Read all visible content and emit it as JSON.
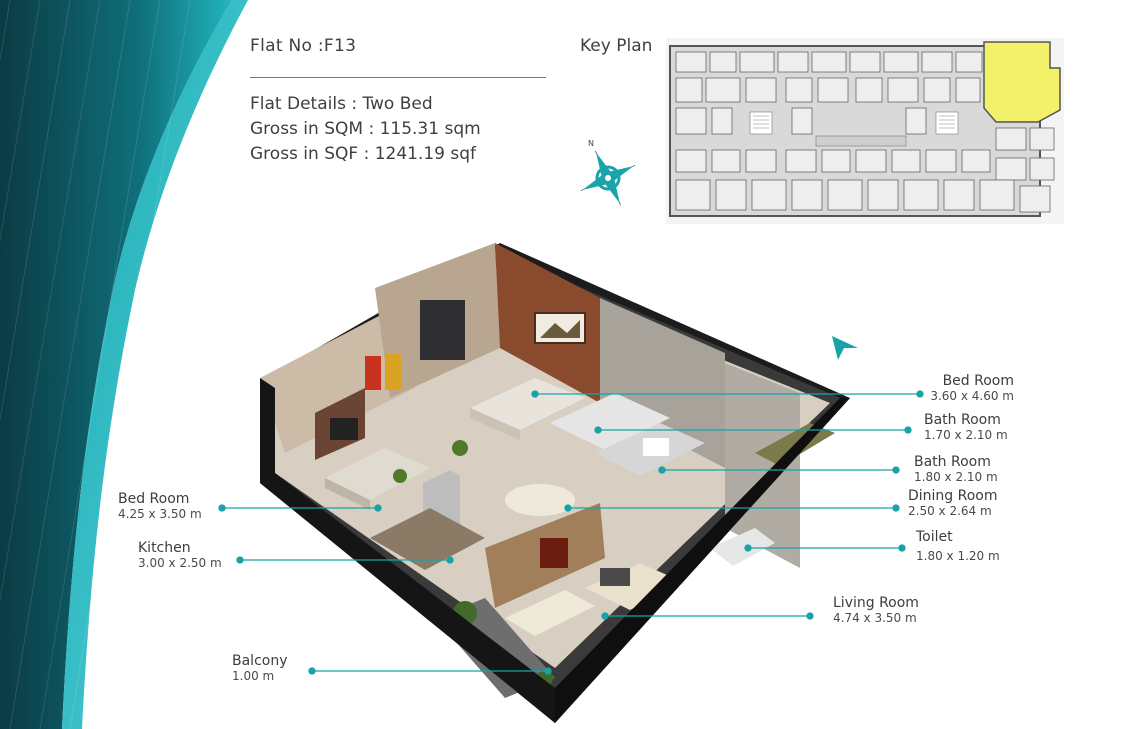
{
  "flat": {
    "number": "Flat No :F13",
    "details_line": "Flat Details : Two Bed",
    "gross_sqm_line": "Gross in SQM : 115.31 sqm",
    "gross_sqf_line": "Gross in SQF : 1241.19 sqf"
  },
  "key_plan": {
    "label": "Key Plan",
    "highlight_color": "#f3f06a"
  },
  "compass": {
    "north_label": "N"
  },
  "rooms": {
    "bed_room_1": {
      "name": "Bed Room",
      "size": "3.60 x 4.60 m"
    },
    "bath_room_1": {
      "name": "Bath Room",
      "size": "1.70 x 2.10 m"
    },
    "bath_room_2": {
      "name": "Bath Room",
      "size": "1.80 x 2.10 m"
    },
    "dining_room": {
      "name": "Dining Room",
      "size": "2.50 x 2.64 m"
    },
    "toilet": {
      "name": "Toilet",
      "size": "1.80 x 1.20 m"
    },
    "living_room": {
      "name": "Living Room",
      "size": "4.74 x 3.50 m"
    },
    "bed_room_2": {
      "name": "Bed Room",
      "size": "4.25 x 3.50 m"
    },
    "kitchen": {
      "name": "Kitchen",
      "size": "3.00 x 2.50 m"
    },
    "balcony": {
      "name": "Balcony",
      "size": "1.00 m"
    }
  },
  "colors": {
    "accent_teal": "#17a3a7",
    "dark_teal": "#0d4f5a"
  }
}
